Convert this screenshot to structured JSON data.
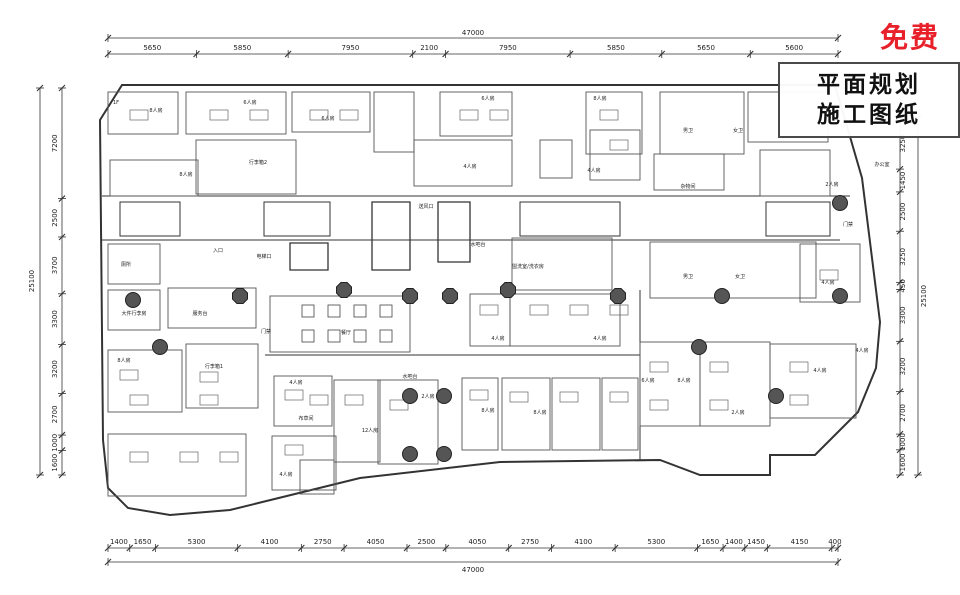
{
  "dimensions": {
    "total_top": "47000",
    "total_bottom": "47000",
    "total_left": "25100",
    "total_right": "25100",
    "top": [
      "5650",
      "5850",
      "7950",
      "2100",
      "7950",
      "5850",
      "5650",
      "5600"
    ],
    "bottom": [
      "1400",
      "1650",
      "5300",
      "4100",
      "2750",
      "4050",
      "2500",
      "4050",
      "2750",
      "4100",
      "5300",
      "1650",
      "1400",
      "1450",
      "4150",
      "400"
    ],
    "left": [
      "7200",
      "2500",
      "3700",
      "3300",
      "3200",
      "2700",
      "1000",
      "1600"
    ],
    "right": [
      "3250",
      "1450",
      "2500",
      "3250",
      "450",
      "3300",
      "3200",
      "2700",
      "1000",
      "1600"
    ]
  },
  "rooms": [
    {
      "label": "1F"
    },
    {
      "label": "8人房"
    },
    {
      "label": "6人房"
    },
    {
      "label": "6人房"
    },
    {
      "label": "行李箱2"
    },
    {
      "label": "8人房"
    },
    {
      "label": "4人房"
    },
    {
      "label": "6人房"
    },
    {
      "label": "8人房"
    },
    {
      "label": "4人房"
    },
    {
      "label": "男卫"
    },
    {
      "label": "女卫"
    },
    {
      "label": "办公室"
    },
    {
      "label": "杂物间"
    },
    {
      "label": "2人房"
    },
    {
      "label": "入口"
    },
    {
      "label": "电梯口"
    },
    {
      "label": "厕所"
    },
    {
      "label": "大件行李房"
    },
    {
      "label": "服务台"
    },
    {
      "label": "门禁"
    },
    {
      "label": "盥洗室/洗衣房"
    },
    {
      "label": "男卫"
    },
    {
      "label": "女卫"
    },
    {
      "label": "4人房"
    },
    {
      "label": "水吧台"
    },
    {
      "label": "8人房"
    },
    {
      "label": "行李箱1"
    },
    {
      "label": "4人房"
    },
    {
      "label": "布草间"
    },
    {
      "label": "4人房"
    },
    {
      "label": "2人房"
    },
    {
      "label": "12人房"
    },
    {
      "label": "8人房"
    },
    {
      "label": "8人房"
    },
    {
      "label": "6人房"
    },
    {
      "label": "8人房"
    },
    {
      "label": "2人房"
    },
    {
      "label": "4人房"
    },
    {
      "label": "4人房"
    },
    {
      "label": "4人房"
    },
    {
      "label": "4人房"
    },
    {
      "label": "门禁"
    },
    {
      "label": "送风口"
    },
    {
      "label": "水吧台"
    },
    {
      "label": "餐厅"
    }
  ],
  "badge": {
    "free_label": "免费",
    "line1": "平面规划",
    "line2": "施工图纸"
  }
}
